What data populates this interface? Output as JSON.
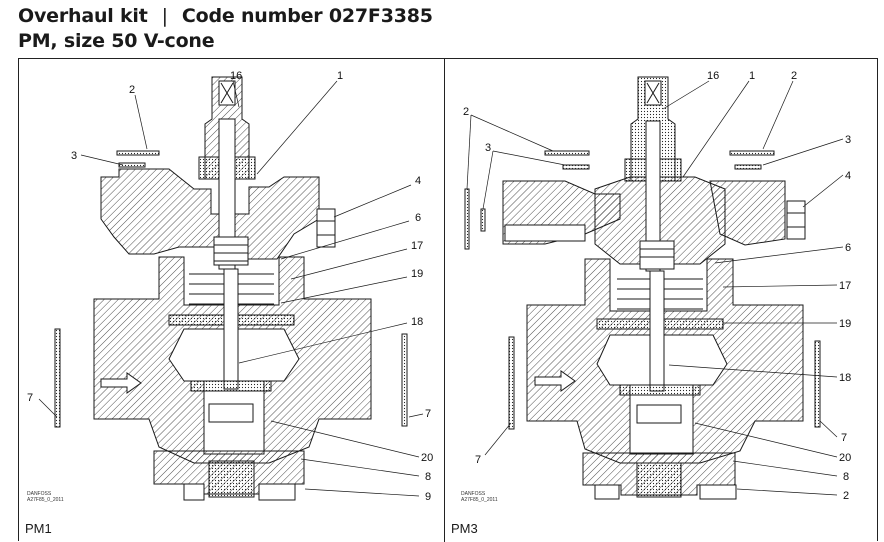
{
  "header": {
    "title_left": "Overhaul kit",
    "separator": "|",
    "title_right": "Code number 027F3385",
    "subtitle": "PM, size 50  V-cone"
  },
  "panels": [
    {
      "label": "PM1",
      "docref_line1": "DANFOSS",
      "docref_line2": "A27F85_0_2011",
      "callouts": [
        "16",
        "1",
        "2",
        "3",
        "4",
        "6",
        "17",
        "19",
        "18",
        "7",
        "7",
        "20",
        "8",
        "9"
      ]
    },
    {
      "label": "PM3",
      "docref_line1": "DANFOSS",
      "docref_line2": "A27F85_0_2011",
      "callouts": [
        "16",
        "1",
        "2",
        "2",
        "3",
        "3",
        "4",
        "6",
        "17",
        "19",
        "18",
        "7",
        "7",
        "20",
        "8",
        "2"
      ]
    }
  ],
  "colors": {
    "line": "#1a1a1a",
    "background": "#ffffff"
  }
}
